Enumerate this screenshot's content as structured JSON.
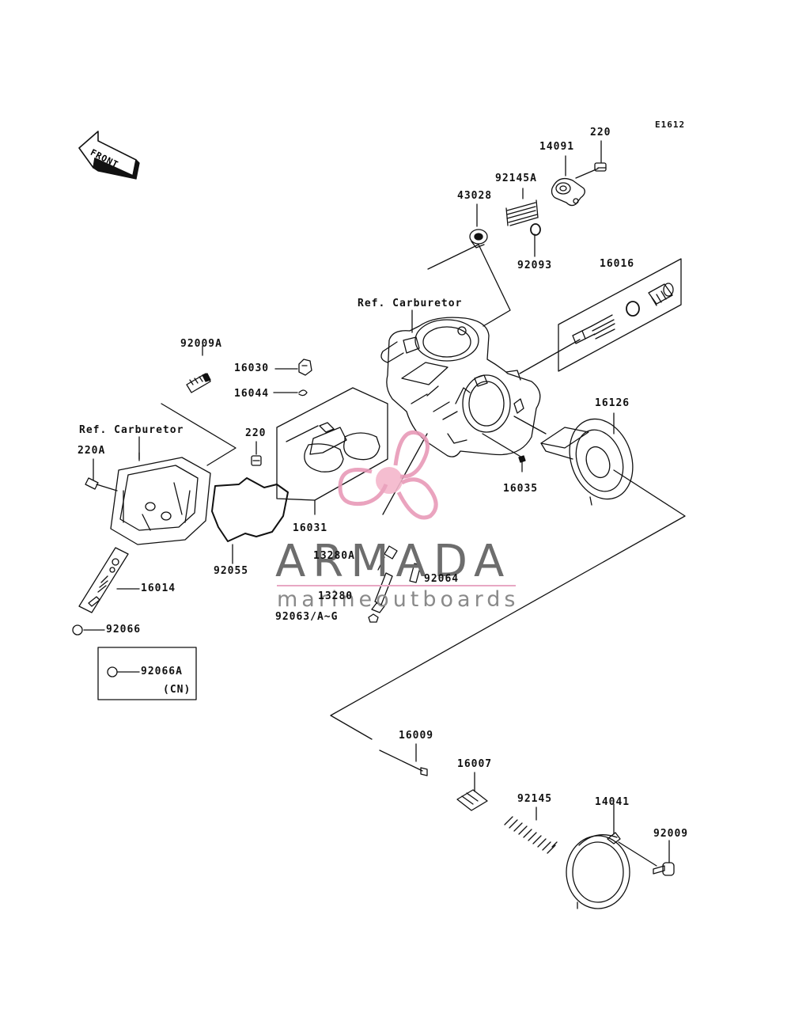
{
  "diagram_code": "E1612",
  "front_label": "FRONT",
  "watermark": {
    "title": "ARMADA",
    "subtitle": "marineoutboards",
    "logo_color": "#e89ab8"
  },
  "references": [
    "Ref. Carburetor",
    "Ref. Carburetor"
  ],
  "parts": {
    "p220_top": "220",
    "p14091": "14091",
    "p92145A": "92145A",
    "p43028": "43028",
    "p92093": "92093",
    "p16016": "16016",
    "p92009A": "92009A",
    "p16030": "16030",
    "p16044": "16044",
    "p220_mid": "220",
    "p220A": "220A",
    "p16126": "16126",
    "p16035": "16035",
    "p16031": "16031",
    "p13280A": "13280A",
    "p92064": "92064",
    "p13280": "13280",
    "p92063": "92063/A~G",
    "p16014": "16014",
    "p92055": "92055",
    "p92066": "92066",
    "p92066A": "92066A",
    "cn_note": "(CN)",
    "p16009": "16009",
    "p16007": "16007",
    "p92145": "92145",
    "p14041": "14041",
    "p92009": "92009"
  }
}
